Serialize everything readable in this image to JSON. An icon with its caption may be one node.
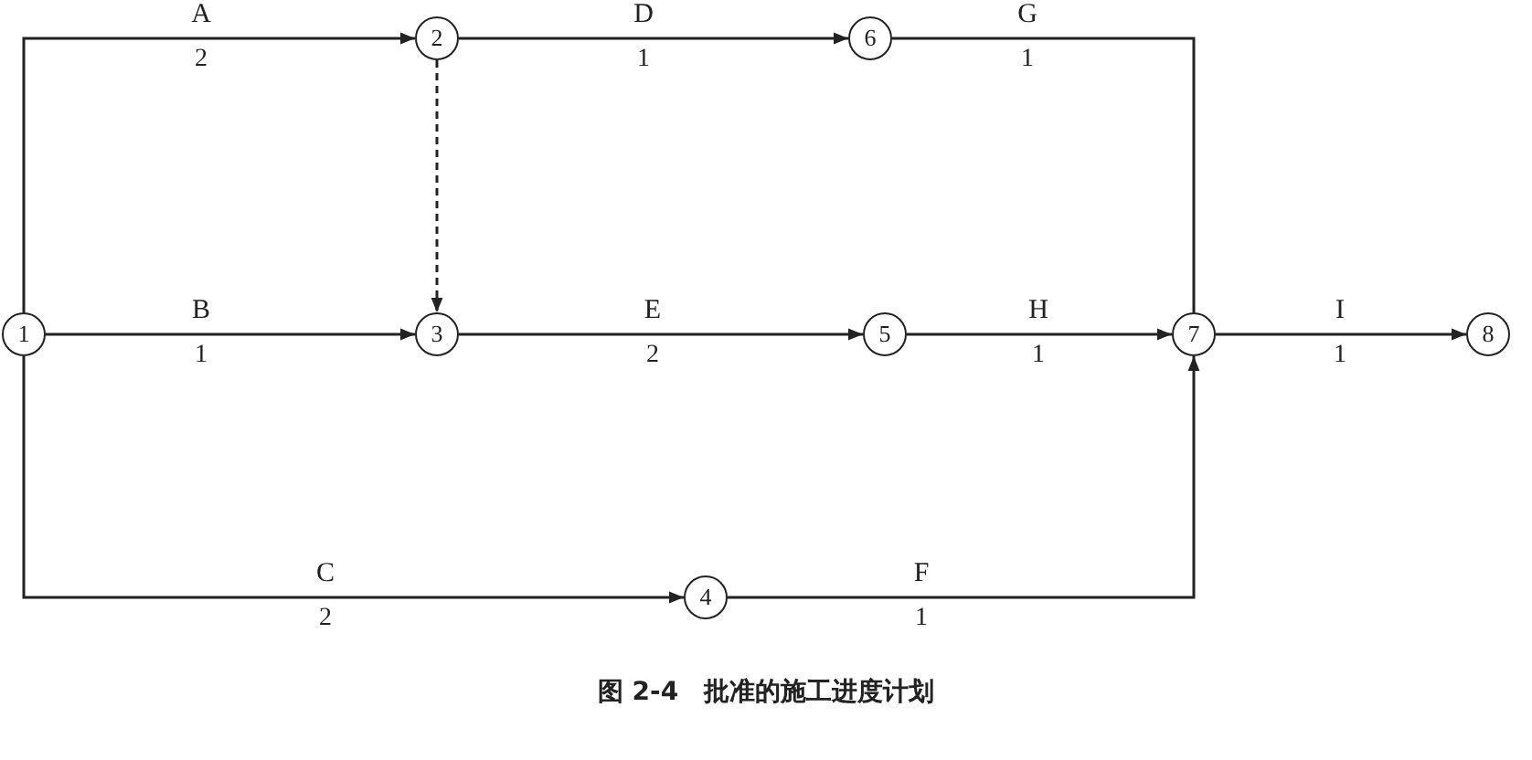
{
  "diagram": {
    "caption": "图 2-4　批准的施工进度计划",
    "nodes": [
      {
        "text": [
          "1"
        ]
      },
      {
        "text": [
          "2"
        ]
      },
      {
        "text": [
          "3"
        ]
      },
      {
        "text": [
          "4"
        ]
      },
      {
        "text": [
          "5"
        ]
      },
      {
        "text": [
          "6"
        ]
      },
      {
        "text": [
          "7"
        ]
      },
      {
        "text": [
          "8"
        ]
      }
    ],
    "edges": [
      {
        "from": 0,
        "to": 1,
        "arrow": "to",
        "label": "A"
      },
      {
        "from": 0,
        "to": 2,
        "arrow": "to",
        "label": "B"
      },
      {
        "from": 0,
        "to": 3,
        "arrow": "to",
        "label": "C"
      },
      {
        "from": 1,
        "to": 5,
        "arrow": "to",
        "label": "D"
      },
      {
        "from": 1,
        "to": 2,
        "arrow": "to",
        "style": "dashed"
      },
      {
        "from": 2,
        "to": 4,
        "arrow": "to",
        "label": "E"
      },
      {
        "from": 5,
        "to": 6,
        "arrow": "none",
        "label": "G"
      },
      {
        "from": 3,
        "to": 6,
        "arrow": "to",
        "label": "F"
      },
      {
        "from": 4,
        "to": 6,
        "arrow": "to",
        "label": "H"
      },
      {
        "from": 6,
        "to": 7,
        "arrow": "to",
        "label": "I"
      }
    ],
    "labels": [
      "2",
      "1",
      "1",
      "1",
      "2",
      "1",
      "1",
      "2",
      "1"
    ]
  }
}
